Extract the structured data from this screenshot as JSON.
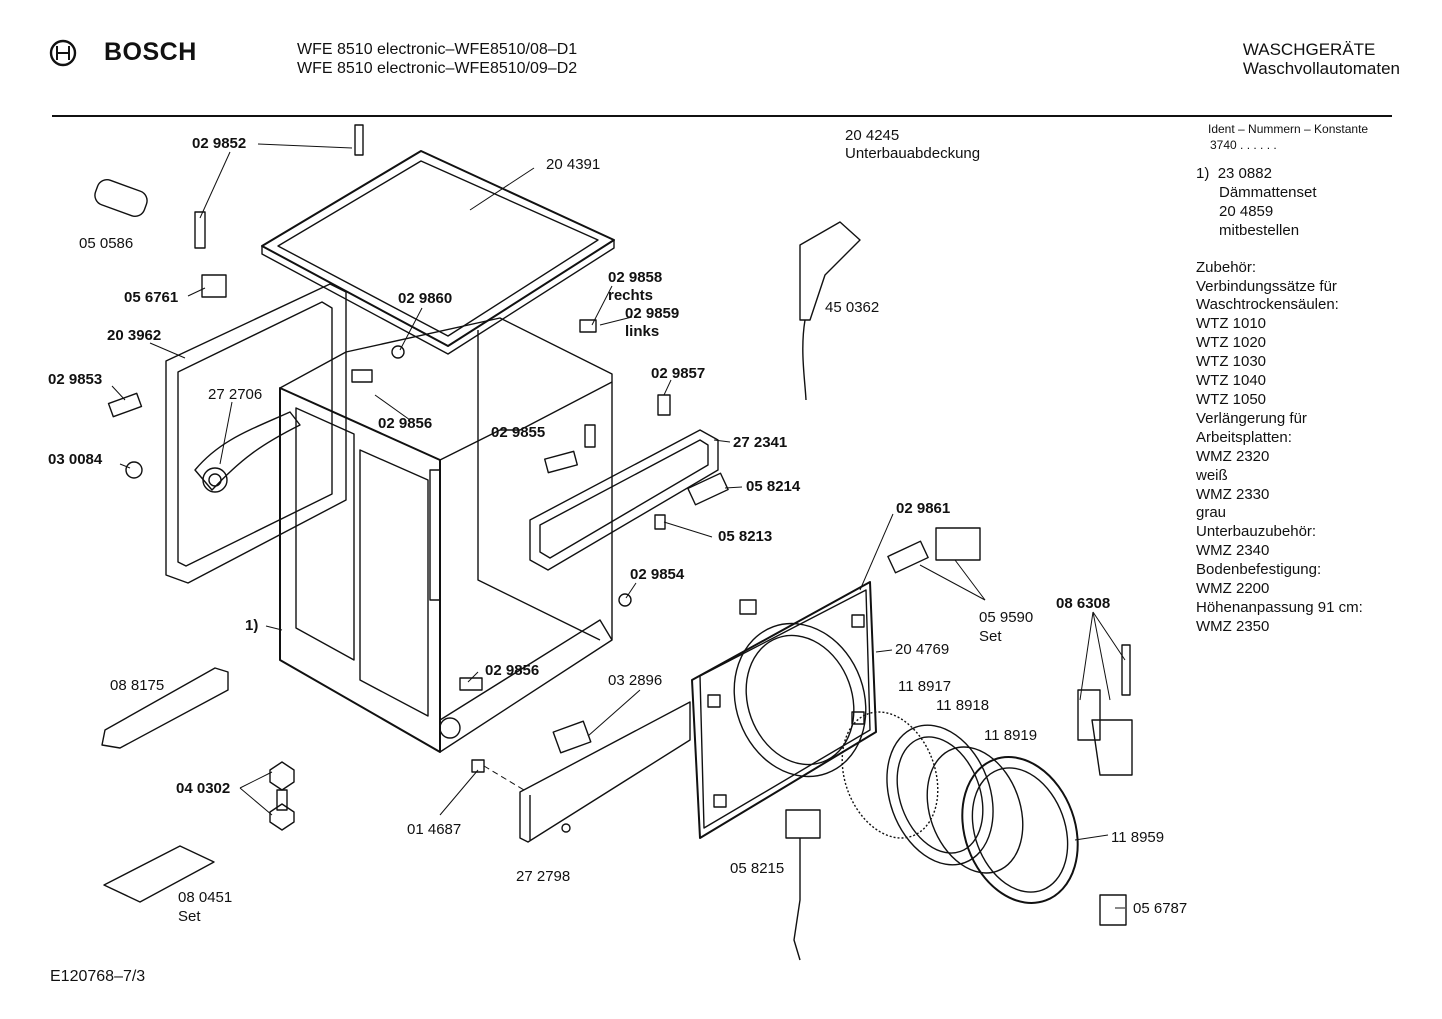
{
  "header": {
    "brand": "BOSCH",
    "title_line1": "WFE 8510 electronic–WFE8510/08–D1",
    "title_line2": "WFE 8510 electronic–WFE8510/09–D2",
    "category_line1": "WASCHGERÄTE",
    "category_line2": "Waschvollautomaten"
  },
  "ident": {
    "header": "Ident – Nummern – Konstante",
    "value": "3740 . . . . . ."
  },
  "notes": {
    "n1_marker": "1)",
    "n1_line1": "23 0882",
    "n1_line2": "Dämmattenset",
    "n1_line3": "20 4859",
    "n1_line4": "mitbestellen",
    "accessories": [
      "Zubehör:",
      "Verbindungssätze für",
      "Waschtrockensäulen:",
      "WTZ 1010",
      "WTZ 1020",
      "WTZ 1030",
      "WTZ 1040",
      "WTZ 1050",
      "Verlängerung für",
      "Arbeitsplatten:",
      "WMZ 2320",
      "weiß",
      "WMZ 2330",
      "grau",
      "Unterbauzubehör:",
      "WMZ 2340",
      "Bodenbefestigung:",
      "WMZ 2200",
      "Höhenanpassung 91 cm:",
      "WMZ 2350"
    ]
  },
  "parts": {
    "p029852": "02 9852",
    "p204391": "20 4391",
    "p050586": "05 0586",
    "p204245": "20 4245",
    "p204245_desc": "Unterbauabdeckung",
    "p056761": "05 6761",
    "p029860": "02 9860",
    "p029858": "02 9858",
    "p029858_desc": "rechts",
    "p029859": "02 9859",
    "p029859_desc": "links",
    "p450362": "45 0362",
    "p203962": "20 3962",
    "p029853": "02 9853",
    "p272706": "27 2706",
    "p029857": "02 9857",
    "p029856a": "02 9856",
    "p029855": "02 9855",
    "p272341": "27 2341",
    "p030084": "03 0084",
    "p058214": "05 8214",
    "p058213": "05 8213",
    "p029861": "02 9861",
    "p029854": "02 9854",
    "p059590": "05 9590",
    "p059590_desc": "Set",
    "p086308": "08 6308",
    "p1": "1)",
    "p204769": "20 4769",
    "p088175": "08 8175",
    "p029856b": "02 9856",
    "p032896": "03 2896",
    "p118917": "11 8917",
    "p118918": "11 8918",
    "p118919": "11 8919",
    "p040302": "04 0302",
    "p014687": "01 4687",
    "p118959": "11 8959",
    "p058215": "05 8215",
    "p272798": "27 2798",
    "p080451": "08 0451",
    "p080451_desc": "Set",
    "p056787": "05 6787"
  },
  "footer": {
    "drawing_id": "E120768–7/3"
  }
}
